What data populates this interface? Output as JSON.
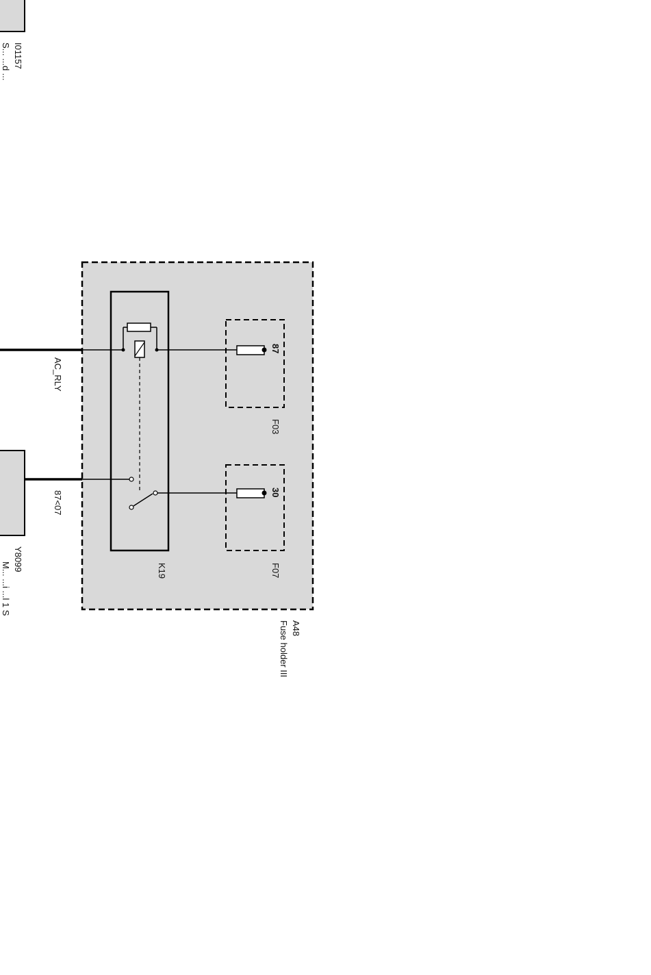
{
  "diagram": {
    "colors": {
      "line": "#000000",
      "module_fill": "#d9d9d9",
      "background": "#ffffff"
    },
    "components": {
      "top_connector": {
        "id": "I01157",
        "description_partial": "S... ...d ..."
      },
      "bottom_connector": {
        "id": "Y8099",
        "description_partial": "M... ...i ...l 1 S"
      },
      "fuse_holder": {
        "id": "A48",
        "name": "Fuse holder III"
      },
      "relay": {
        "id": "K19",
        "icon": "relay-coil-icon"
      },
      "fuse_f03": {
        "id": "F03",
        "pin": "87",
        "icon": "fuse-icon"
      },
      "fuse_f07": {
        "id": "F07",
        "pin": "30",
        "icon": "fuse-icon"
      }
    },
    "wires": {
      "upper": {
        "label": "AC_RLY"
      },
      "lower": {
        "label": "87<07"
      }
    }
  }
}
